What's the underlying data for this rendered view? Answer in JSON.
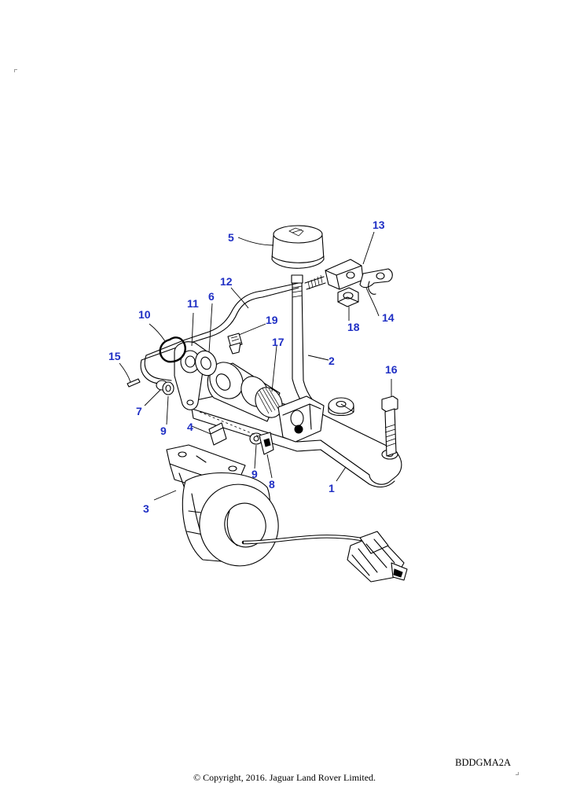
{
  "diagram": {
    "callouts": [
      "1",
      "2",
      "3",
      "4",
      "5",
      "6",
      "7",
      "8",
      "9",
      "9",
      "10",
      "11",
      "12",
      "13",
      "14",
      "15",
      "16",
      "17",
      "18",
      "19"
    ],
    "reference_code": "BDDGMA2A",
    "copyright": "© Copyright, 2016. Jaguar Land Rover Limited.",
    "callout_color": "#1f2fc4"
  }
}
